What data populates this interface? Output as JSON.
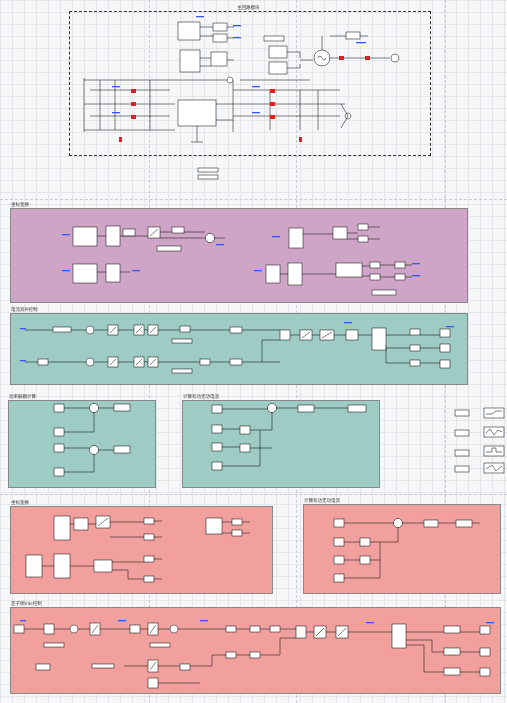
{
  "panels": {
    "top": {
      "title": "主回路模块"
    },
    "p1": {
      "title": "坐标变换"
    },
    "p2": {
      "title": "电流双PI控制"
    },
    "p3": {
      "title": "功率解耦计算"
    },
    "p4": {
      "title": "计算有功无功电流"
    },
    "p5": {
      "title": "坐标变换"
    },
    "p6": {
      "title": "计算有功无功电流"
    },
    "p7": {
      "title": "定子侧Vdc控制"
    }
  },
  "colors": {
    "purple": "#cea5c6",
    "teal": "#9ecbc4",
    "salmon": "#f1a09d",
    "block": "#ffffff",
    "wire": "#000000",
    "signal": "#3355ff",
    "red": "#e02020"
  }
}
